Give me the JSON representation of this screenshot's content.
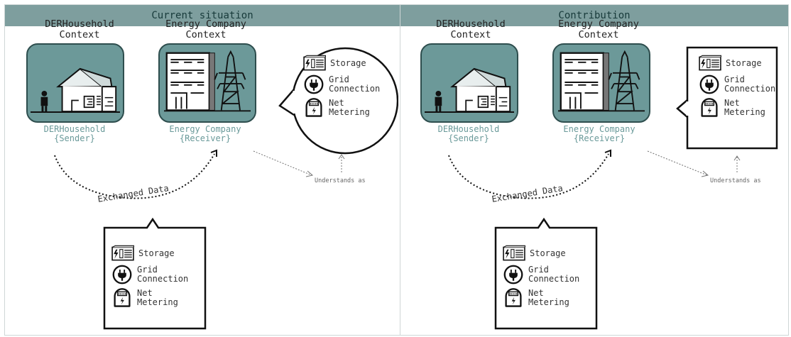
{
  "left_panel": {
    "header": "Current situation",
    "household_title_line1": "DERHousehold",
    "household_title_line2": "Context",
    "company_title_line1": "Energy Company",
    "company_title_line2": "Context",
    "household_role_line1": "DERHousehold",
    "household_role_line2": "{Sender}",
    "company_role_line1": "Energy Company",
    "company_role_line2": "{Receiver}",
    "exchanged_label": "Exchanged Data",
    "understands_label": "Understands as",
    "exchanged_legend": {
      "storage": "Storage",
      "grid_line1": "Grid",
      "grid_line2": "Connection",
      "net_line1": "Net",
      "net_line2": "Metering"
    },
    "understood_legend": {
      "storage": "Storage",
      "grid_line1": "Grid",
      "grid_line2": "Connection",
      "net_line1": "Net",
      "net_line2": "Metering"
    }
  },
  "right_panel": {
    "header": "Contribution",
    "household_title_line1": "DERHousehold",
    "household_title_line2": "Context",
    "company_title_line1": "Energy Company",
    "company_title_line2": "Context",
    "household_role_line1": "DERHousehold",
    "household_role_line2": "{Sender}",
    "company_role_line1": "Energy Company",
    "company_role_line2": "{Receiver}",
    "exchanged_label": "Exchanged Data",
    "understands_label": "Understands as",
    "exchanged_legend": {
      "storage": "Storage",
      "grid_line1": "Grid",
      "grid_line2": "Connection",
      "net_line1": "Net",
      "net_line2": "Metering"
    },
    "understood_legend": {
      "storage": "Storage",
      "grid_line1": "Grid",
      "grid_line2": "Connection",
      "net_line1": "Net",
      "net_line2": "Metering"
    }
  },
  "colors": {
    "header_bg": "#7e9e9e",
    "context_box": "#6c9999",
    "role_text": "#6a9a9a"
  }
}
